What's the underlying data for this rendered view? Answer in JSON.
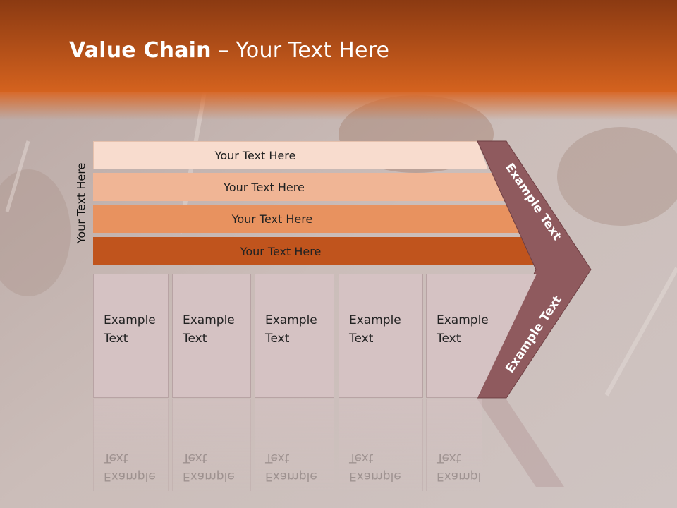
{
  "slide": {
    "title_bold": "Value Chain",
    "title_rest": " – Your Text Here",
    "side_label": "Your Text Here",
    "bars": [
      {
        "label": "Your Text Here",
        "color": "#f8dcce"
      },
      {
        "label": "Your Text Here",
        "color": "#f0b595"
      },
      {
        "label": "Your Text Here",
        "color": "#e8925f"
      },
      {
        "label": "Your Text Here",
        "color": "#c0541d"
      }
    ],
    "boxes": [
      {
        "line1": "Example",
        "line2": "Text"
      },
      {
        "line1": "Example",
        "line2": "Text"
      },
      {
        "line1": "Example",
        "line2": "Text"
      },
      {
        "line1": "Example",
        "line2": "Text"
      },
      {
        "line1": "Example",
        "line2": "Text"
      }
    ],
    "arrow": {
      "upper": "Example Text",
      "lower": "Example Text",
      "color": "#8f5a5e"
    },
    "colors": {
      "header_top": "#8b3a12",
      "header_bottom": "#d4621e",
      "box_fill": "#d5c2c3"
    }
  }
}
